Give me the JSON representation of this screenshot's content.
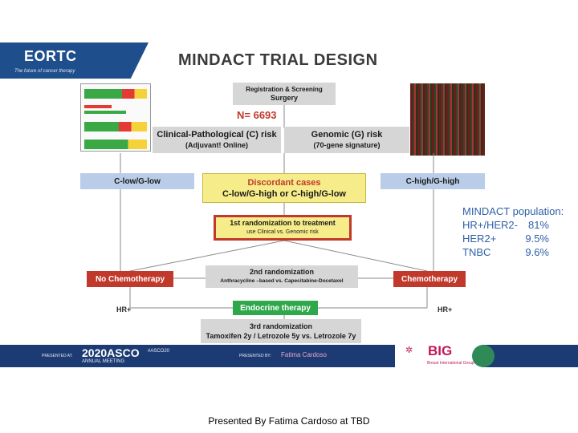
{
  "logo": {
    "name": "EORTC",
    "tagline": "The future of cancer therapy"
  },
  "title": "MINDACT TRIAL DESIGN",
  "registration": {
    "line1": "Registration & Screening",
    "line2": "Surgery"
  },
  "n_label": "N= 6693",
  "clinical_risk": {
    "line1": "Clinical-Pathological (C) risk",
    "line2": "(Adjuvant! Online)"
  },
  "genomic_risk": {
    "line1": "Genomic (G) risk",
    "line2": "(70-gene signature)"
  },
  "low": "C-low/G-low",
  "high": "C-high/G-high",
  "discordant": {
    "line1": "Discordant cases",
    "line2": "C-low/G-high or C-high/G-low"
  },
  "rand1": {
    "line1": "1st randomization to treatment",
    "line2": "use Clinical vs. Genomic risk"
  },
  "rand2": {
    "line1": "2nd randomization",
    "line2": "Anthracycline –based vs. Capecitabine-Docetaxel"
  },
  "no_chemo": "No Chemotherapy",
  "chemo": "Chemotherapy",
  "hr_left": "HR+",
  "hr_right": "HR+",
  "endocrine": "Endocrine therapy",
  "rand3": {
    "line1": "3rd randomization",
    "line2": "Tamoxifen 2y / Letrozole 5y vs. Letrozole 7y"
  },
  "population": {
    "title": "MINDACT population:",
    "rows": [
      {
        "label": "HR+/HER2-",
        "value": "81%"
      },
      {
        "label": "HER2+",
        "value": "9.5%"
      },
      {
        "label": "TNBC",
        "value": "9.6%"
      }
    ]
  },
  "footer": {
    "presented_at": "PRESENTED AT:",
    "asco": "2020ASCO",
    "asco_sub": "ANNUAL MEETING",
    "hashtag": "#ASCO20",
    "presented_by": "PRESENTED BY:",
    "presenter": "Fatima Cardoso",
    "big": "BIG",
    "big_sub": "Breast International Group"
  },
  "caption": "Presented By Fatima Cardoso at TBD",
  "colors": {
    "blue_box": "#b9cde8",
    "red_box": "#c0392b",
    "green_box": "#2ea84a",
    "yellow_box": "#f6ec8a",
    "population_text": "#2f5fa8"
  }
}
